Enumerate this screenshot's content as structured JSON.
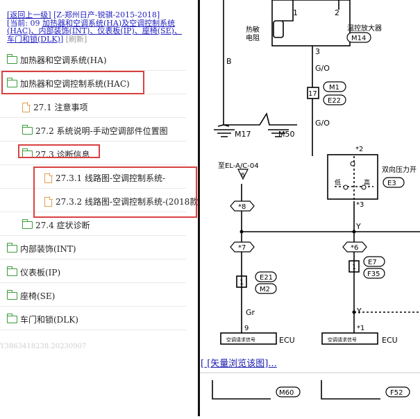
{
  "header": {
    "back_link": "[返回上一级]",
    "series": "[Z-郑州日产-锐骐-2015-2018]",
    "current_prefix": "[当前: 09 ",
    "current_path": "加热器和空调系统(HA)及空调控制系统(HAC)、内部装饰(INT)、仪表板(IP)、座椅(SE)、车门和锁(DLK)",
    "current_suffix": "]",
    "refresh": "[刷新]"
  },
  "tree": [
    {
      "label": "加热器和空调系统(HA)",
      "type": "folder"
    },
    {
      "label": "加热器和空调控制系统(HAC)",
      "type": "folder-open",
      "highlighted": true
    },
    {
      "label": "27.1 注意事项",
      "type": "doc"
    },
    {
      "label": "27.2 系统说明-手动空调部件位置图",
      "type": "folder"
    },
    {
      "label": "27.3 诊断信息",
      "type": "folder-open",
      "highlighted": true
    },
    {
      "label": "27.3.1 线路图-空调控制系统-",
      "type": "doc",
      "highlighted": true
    },
    {
      "label": "27.3.2 线路图-空调控制系统-(2018款",
      "type": "doc",
      "highlighted": true
    },
    {
      "label": "27.4 症状诊断",
      "type": "folder"
    },
    {
      "label": "内部装饰(INT)",
      "type": "folder"
    },
    {
      "label": "仪表板(IP)",
      "type": "folder"
    },
    {
      "label": "座椅(SE)",
      "type": "folder"
    },
    {
      "label": "车门和锁(DLK)",
      "type": "folder"
    }
  ],
  "watermark": "Y3863418238.20230907",
  "vector_link": "[ [矢量浏览该图]...",
  "diagram": {
    "pin1": "1",
    "pin2": "2",
    "pin3": "3",
    "thermistor": "热敏\n电阻",
    "amp": "温控放大器",
    "m14": "M14",
    "b": "B",
    "go1": "G/O",
    "pin17": "17",
    "m1": "M1",
    "e22": "E22",
    "m17": "M17",
    "m50": "M50",
    "go2": "G/O",
    "to_elac": "至EL-A/C-04",
    "tri_b": "B",
    "star2": "*2",
    "bidir": "双向压力开",
    "low": "低",
    "high": "高",
    "e3": "E3",
    "star8": "*8",
    "star3": "*3",
    "y1": "Y",
    "star7": "*7",
    "star6": "*6",
    "e21": "E21",
    "m2": "M2",
    "e7": "E7",
    "f35": "F35",
    "box1a": "1",
    "box1b": "1",
    "gr": "Gr",
    "y2": "Y",
    "pin9": "9",
    "star1": "*1",
    "ecu_sig1": "空调请求信号",
    "ecu1": "ECU",
    "ecu_sig2": "空调请求信号",
    "ecu2": "ECU",
    "m60": "M60",
    "f52": "F52"
  }
}
